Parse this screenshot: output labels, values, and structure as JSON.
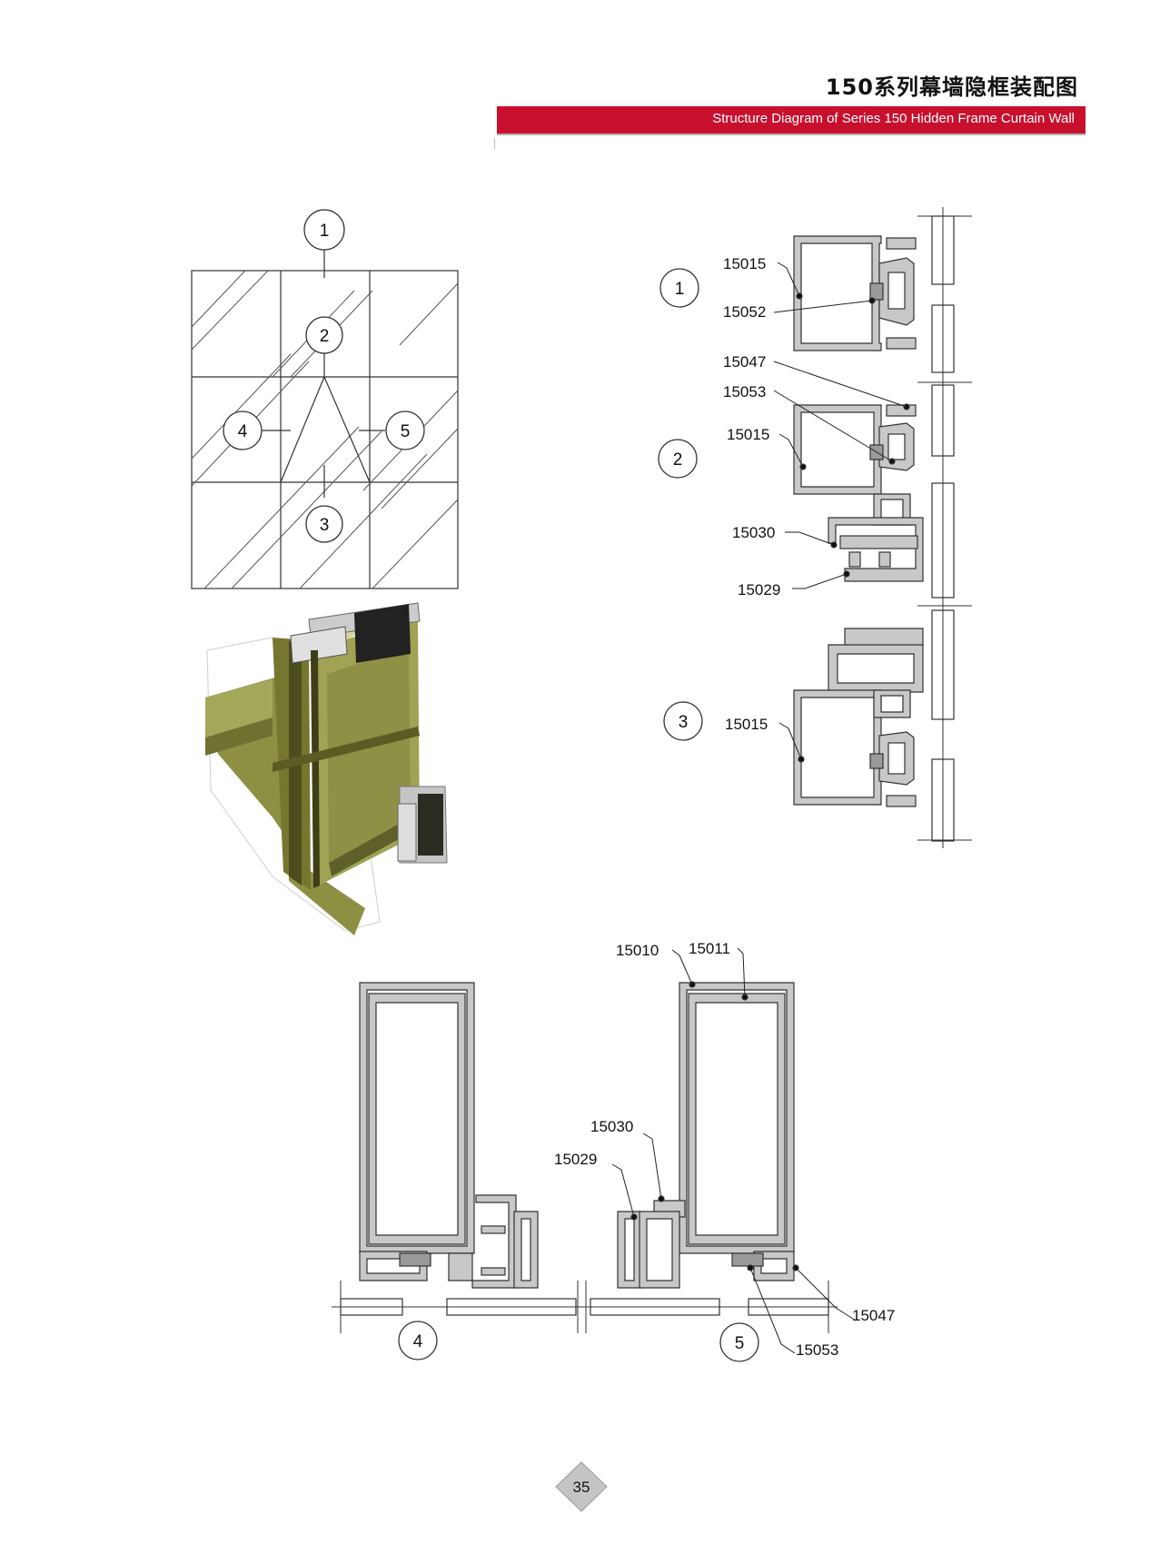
{
  "header": {
    "title_cn": "150系列幕墙隐框装配图",
    "title_en": "Structure Diagram of Series 150 Hidden Frame Curtain Wall"
  },
  "elevation": {
    "markers": [
      "1",
      "2",
      "3",
      "4",
      "5"
    ]
  },
  "section_vertical": {
    "markers": [
      "1",
      "2",
      "3"
    ],
    "labels": {
      "s1_a": "15015",
      "s1_b": "15052",
      "s2_a": "15047",
      "s2_b": "15053",
      "s2_c": "15015",
      "s2_d": "15030",
      "s2_e": "15029",
      "s3_a": "15015"
    }
  },
  "section_horizontal": {
    "markers": [
      "4",
      "5"
    ],
    "labels": {
      "a": "15010",
      "b": "15011",
      "c": "15030",
      "d": "15029",
      "e": "15047",
      "f": "15053"
    }
  },
  "colors": {
    "accent_red": "#c8102e",
    "profile_fill": "#c8c8c8",
    "render_green": "#8a8c3c"
  },
  "footer": {
    "page_number": "35"
  }
}
